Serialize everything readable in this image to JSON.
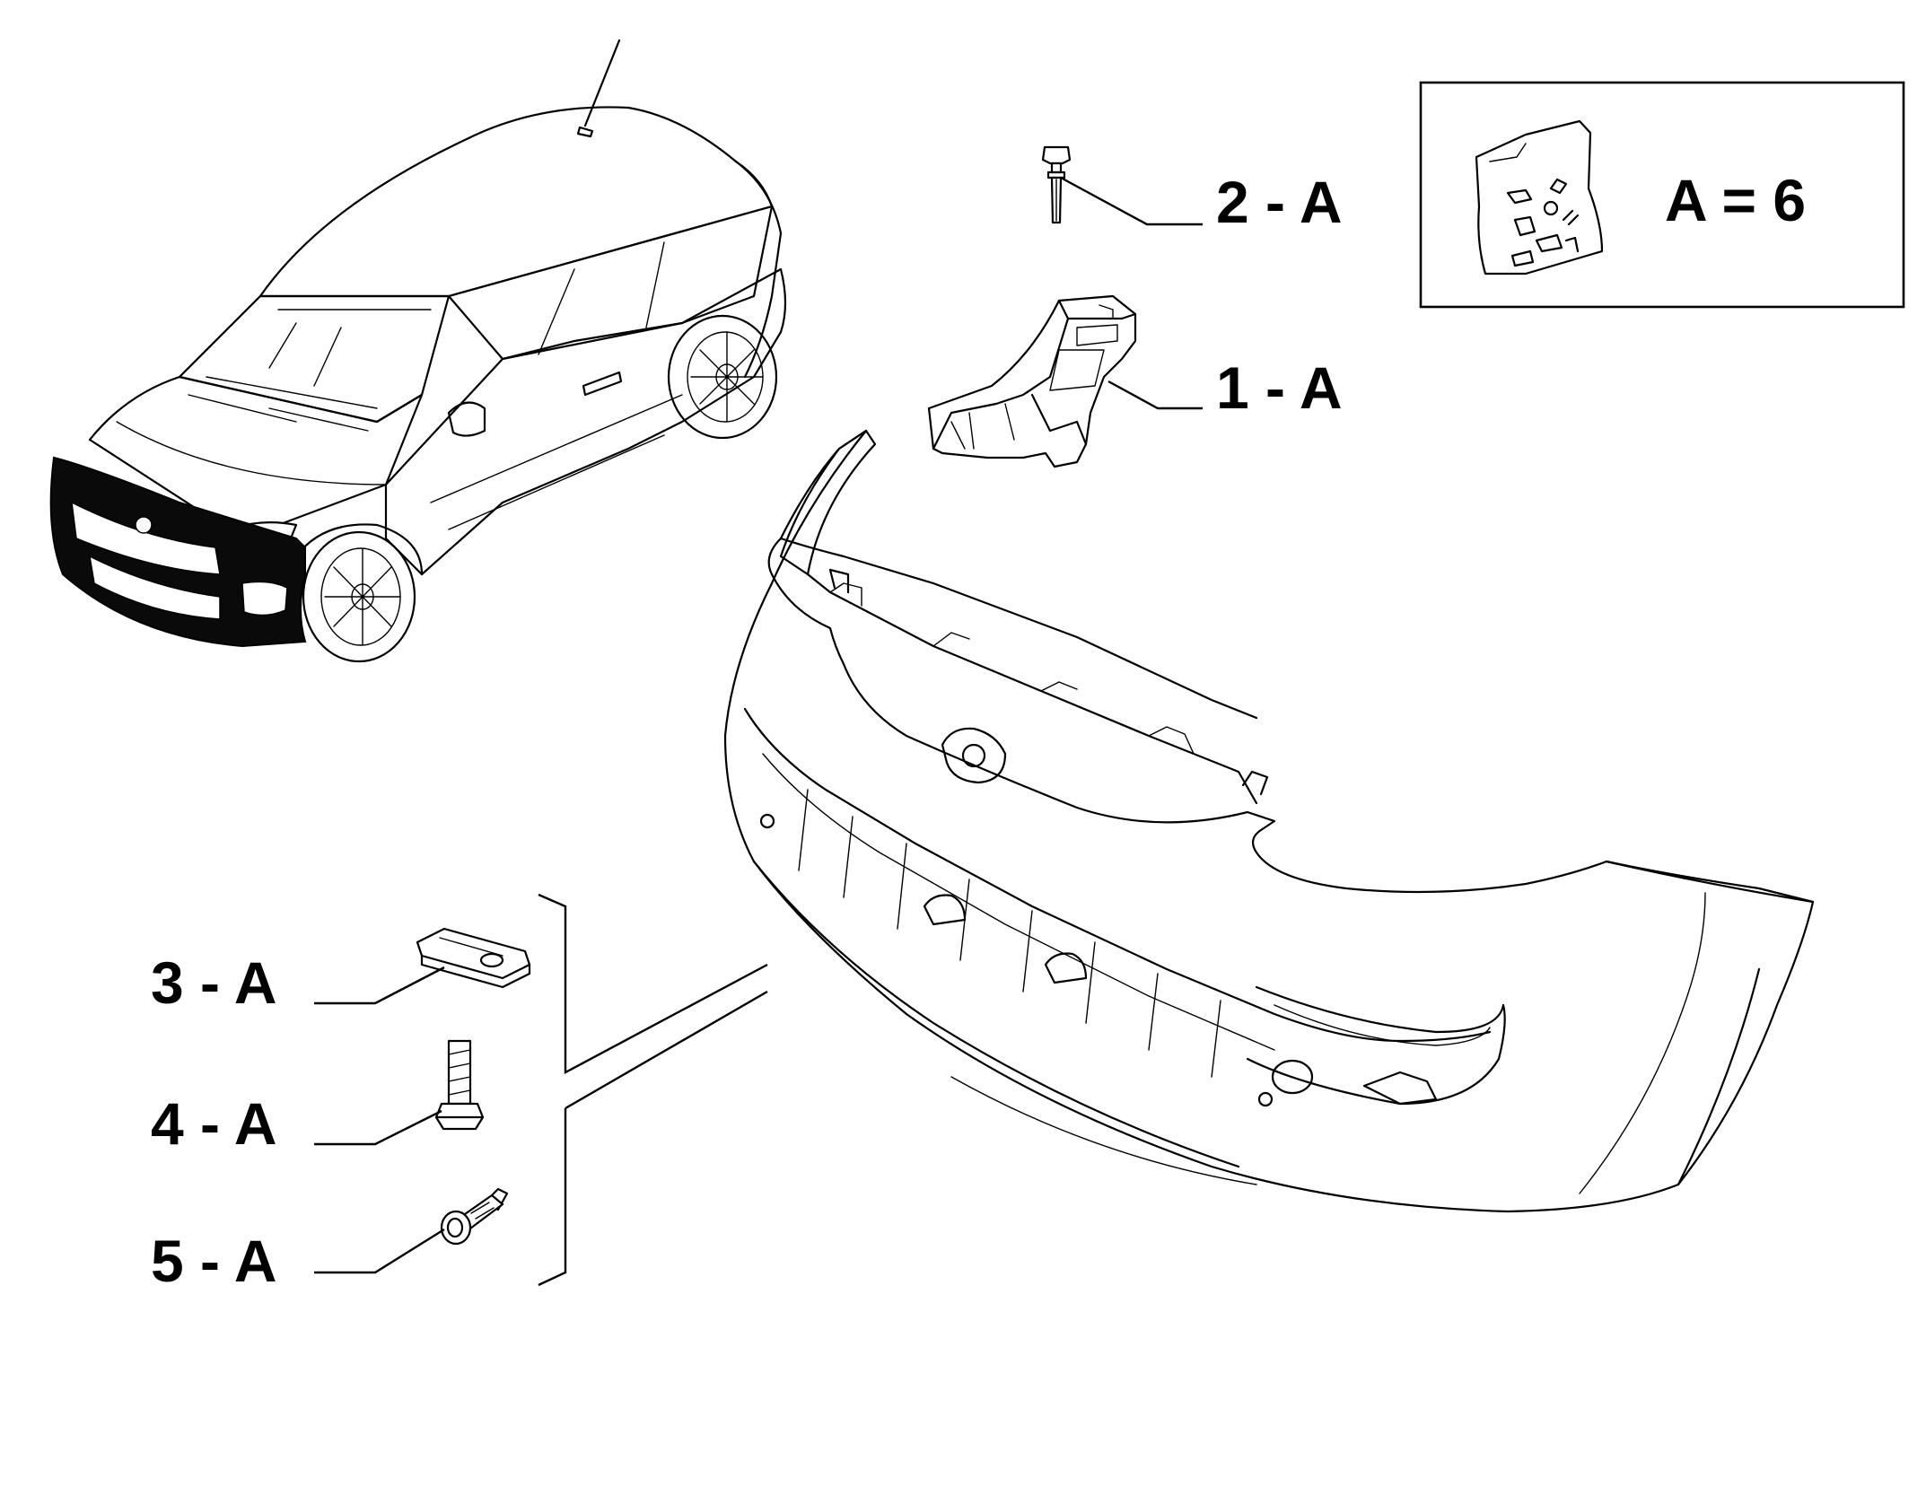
{
  "callouts": {
    "c1": "1 - A",
    "c2": "2 - A",
    "c3": "3 - A",
    "c4": "4 - A",
    "c5": "5 - A"
  },
  "kit_box": {
    "label": "A = 6"
  },
  "colors": {
    "line": "#000000",
    "background": "#ffffff",
    "highlight": "#0a0a0a"
  }
}
